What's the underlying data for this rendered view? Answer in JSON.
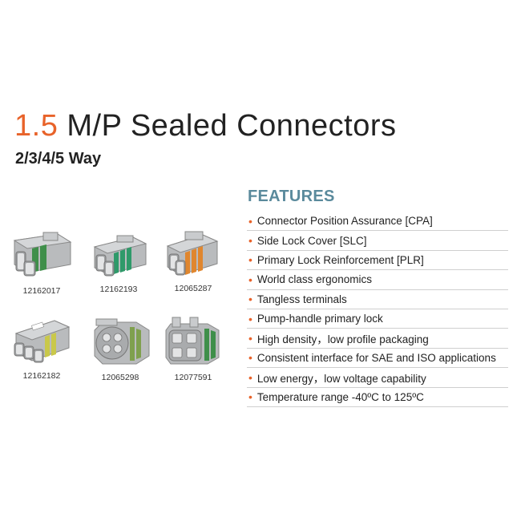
{
  "header": {
    "title_accent": "1.5",
    "title_rest": "M/P Sealed Connectors",
    "subtitle": "2/3/4/5 Way"
  },
  "colors": {
    "accent": "#e8632a",
    "features_heading": "#5a8a9c",
    "connector_body": "#b9bbbd"
  },
  "features": {
    "heading": "FEATURES",
    "items": [
      "Connector Position Assurance [CPA]",
      "Side Lock Cover [SLC]",
      "Primary Lock Reinforcement [PLR]",
      "World class ergonomics",
      "Tangless terminals",
      "Pump-handle primary lock",
      "High density，low profile packaging",
      "Consistent interface for SAE and ISO applications",
      "Low energy，low voltage capability",
      "Temperature range -40ºC to 125ºC"
    ]
  },
  "connectors": [
    {
      "part_number": "12162017",
      "seal_color": "#3f8f4a",
      "icon": "connector-2way-icon"
    },
    {
      "part_number": "12162193",
      "seal_color": "#2f9a6a",
      "icon": "connector-2way-icon"
    },
    {
      "part_number": "12065287",
      "seal_color": "#e0862e",
      "icon": "connector-2way-icon"
    },
    {
      "part_number": "12162182",
      "seal_color": "#c9c84a",
      "icon": "connector-3way-icon"
    },
    {
      "part_number": "12065298",
      "seal_color": "#7fa04e",
      "icon": "connector-4way-icon"
    },
    {
      "part_number": "12077591",
      "seal_color": "#3f8f4a",
      "icon": "connector-5way-icon"
    }
  ]
}
